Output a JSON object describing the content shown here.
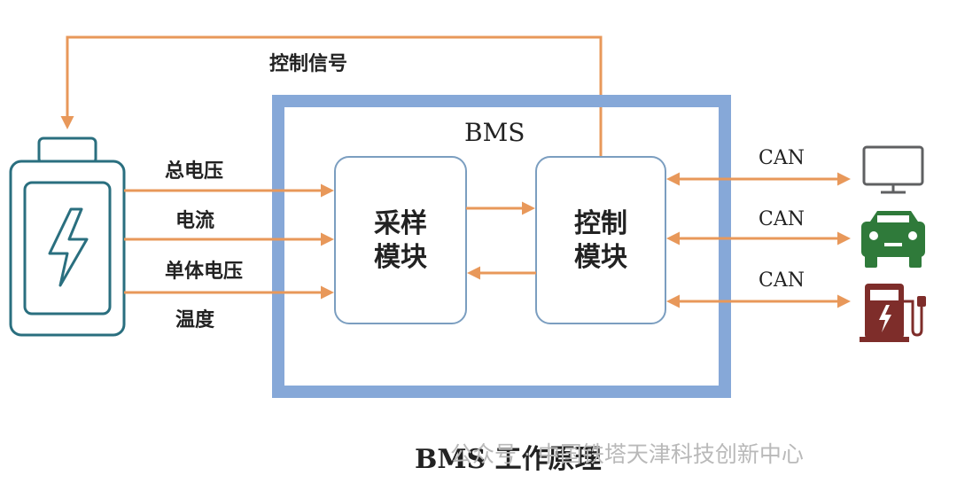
{
  "colors": {
    "arrow": "#e8985a",
    "bms_border": "#86a8d8",
    "module_border": "#7b9ec0",
    "battery": "#2a6f7f",
    "monitor": "#5f6062",
    "car": "#2f7a3a",
    "charger": "#7e2d2a",
    "watermark": "#b9b9b9"
  },
  "diagram": {
    "feedback_label": "控制信号",
    "bms_label": "BMS",
    "inputs": [
      "总电压",
      "电流",
      "单体电压",
      "温度"
    ],
    "modules": {
      "sampling": {
        "line1": "采样",
        "line2": "模块"
      },
      "control": {
        "line1": "控制",
        "line2": "模块"
      }
    },
    "can_labels": [
      "CAN",
      "CAN",
      "CAN"
    ],
    "icons": {
      "battery": "battery-icon",
      "monitor": "monitor-icon",
      "car": "car-icon",
      "charger": "charging-station-icon"
    }
  },
  "caption": {
    "title": "BMS 工作原理",
    "watermark": "公众号 · 中国铁塔天津科技创新中心"
  }
}
